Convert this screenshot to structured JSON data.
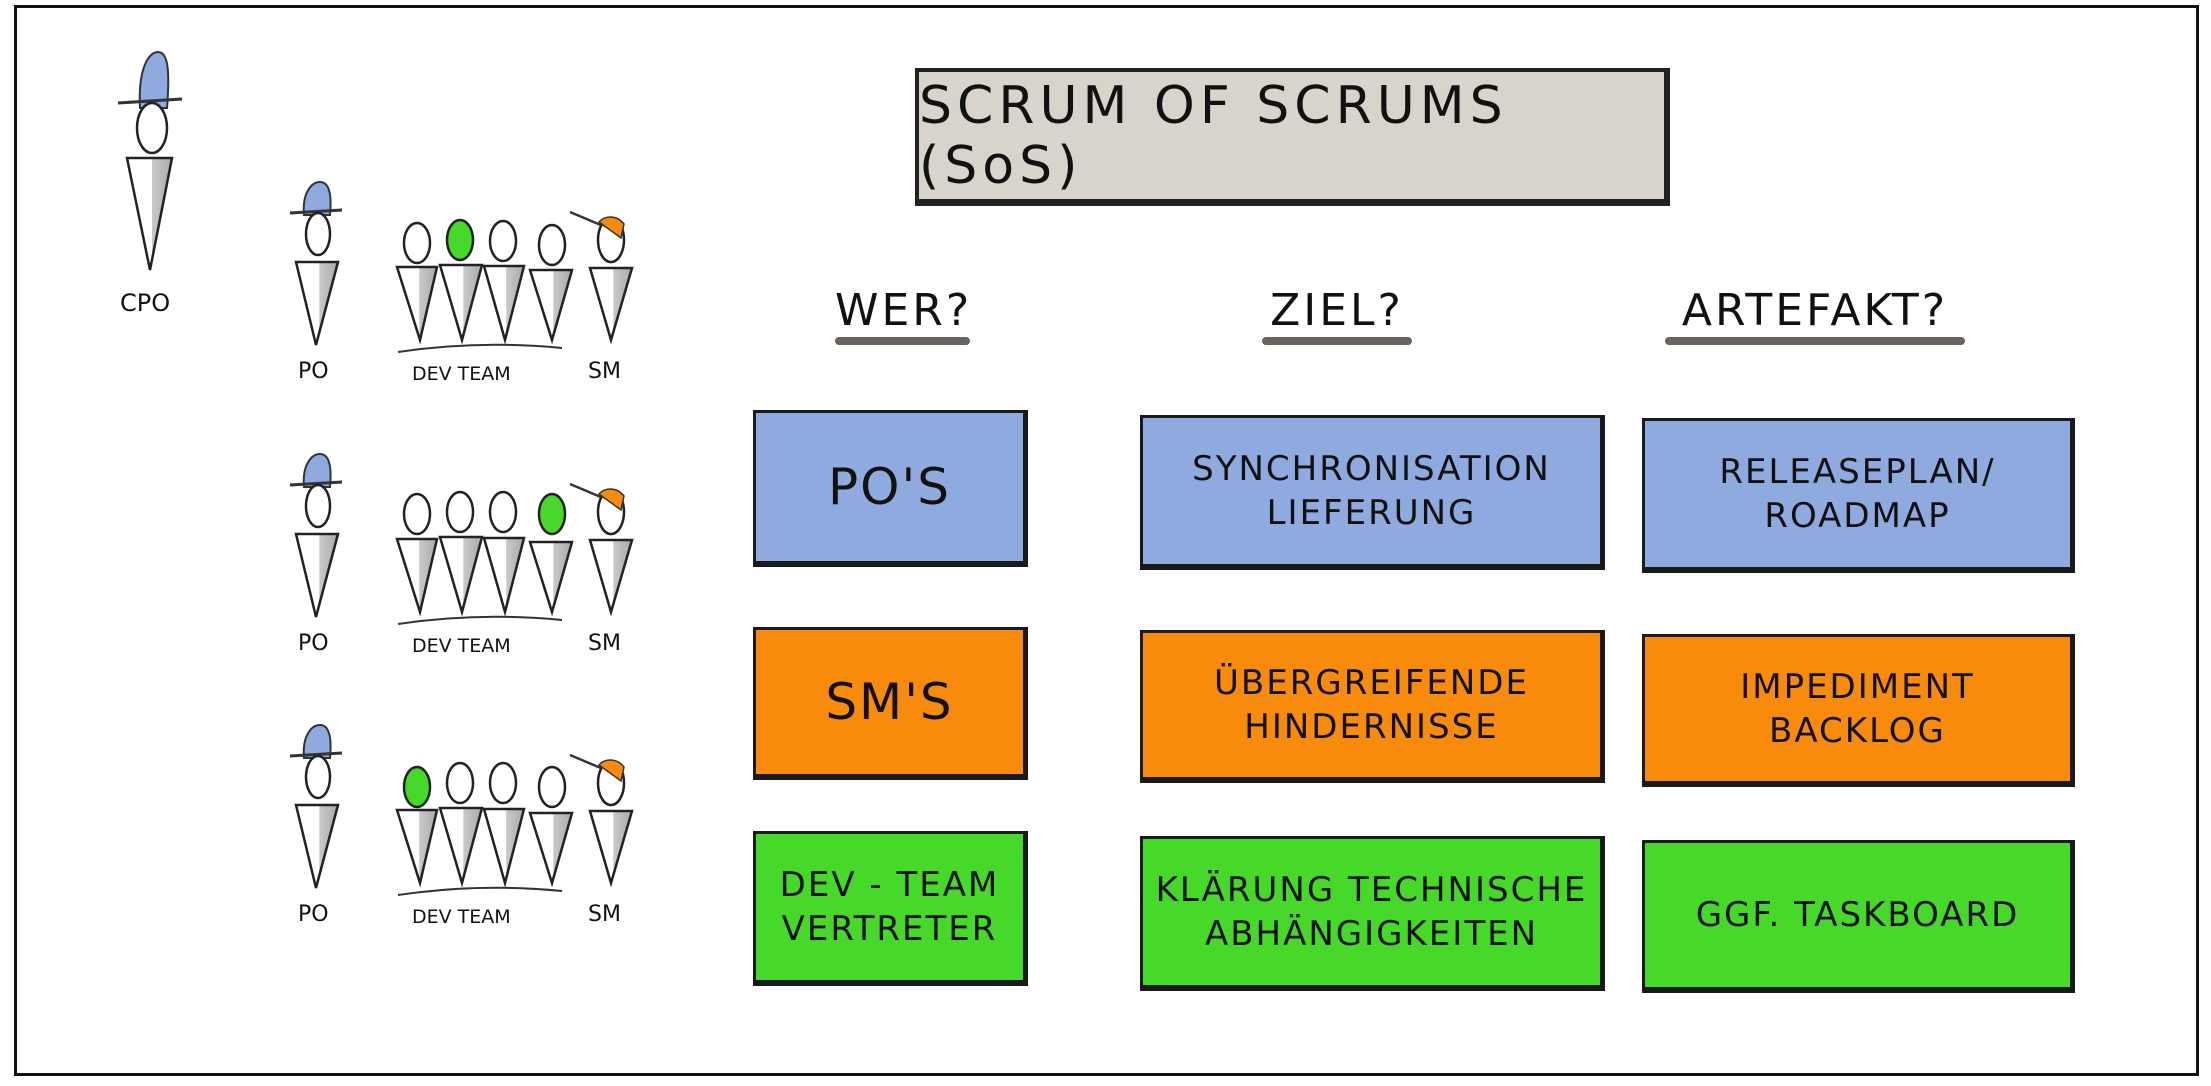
{
  "title": "SCRUM OF SCRUMS (SoS)",
  "people": {
    "cpo_label": "CPO",
    "teams": [
      {
        "po_label": "PO",
        "team_label": "DEV TEAM",
        "sm_label": "SM"
      },
      {
        "po_label": "PO",
        "team_label": "DEV TEAM",
        "sm_label": "SM"
      },
      {
        "po_label": "PO",
        "team_label": "DEV TEAM",
        "sm_label": "SM"
      }
    ]
  },
  "columns": {
    "wer": "WER?",
    "ziel": "ZIEL?",
    "artefakt": "ARTEFAKT?"
  },
  "rows": [
    {
      "wer": "PO'S",
      "ziel": "SYNCHRONISATION\nLIEFERUNG",
      "artefakt": "RELEASEPLAN/\nROADMAP",
      "color": "#8eaadf"
    },
    {
      "wer": "SM'S",
      "ziel": "ÜBERGREIFENDE\nHINDERNISSE",
      "artefakt": "IMPEDIMENT\nBACKLOG",
      "color": "#f88b0b"
    },
    {
      "wer": "DEV - TEAM\nVERTRETER",
      "ziel": "KLÄRUNG TECHNISCHE\nABHÄNGIGKEITEN",
      "artefakt": "GGF. TASKBOARD",
      "color": "#46d92a"
    }
  ],
  "colors": {
    "hat_blue": "#8eaadf",
    "hat_orange": "#f88b0b",
    "head_green": "#46d92a",
    "title_bg": "#d8d4cb"
  }
}
